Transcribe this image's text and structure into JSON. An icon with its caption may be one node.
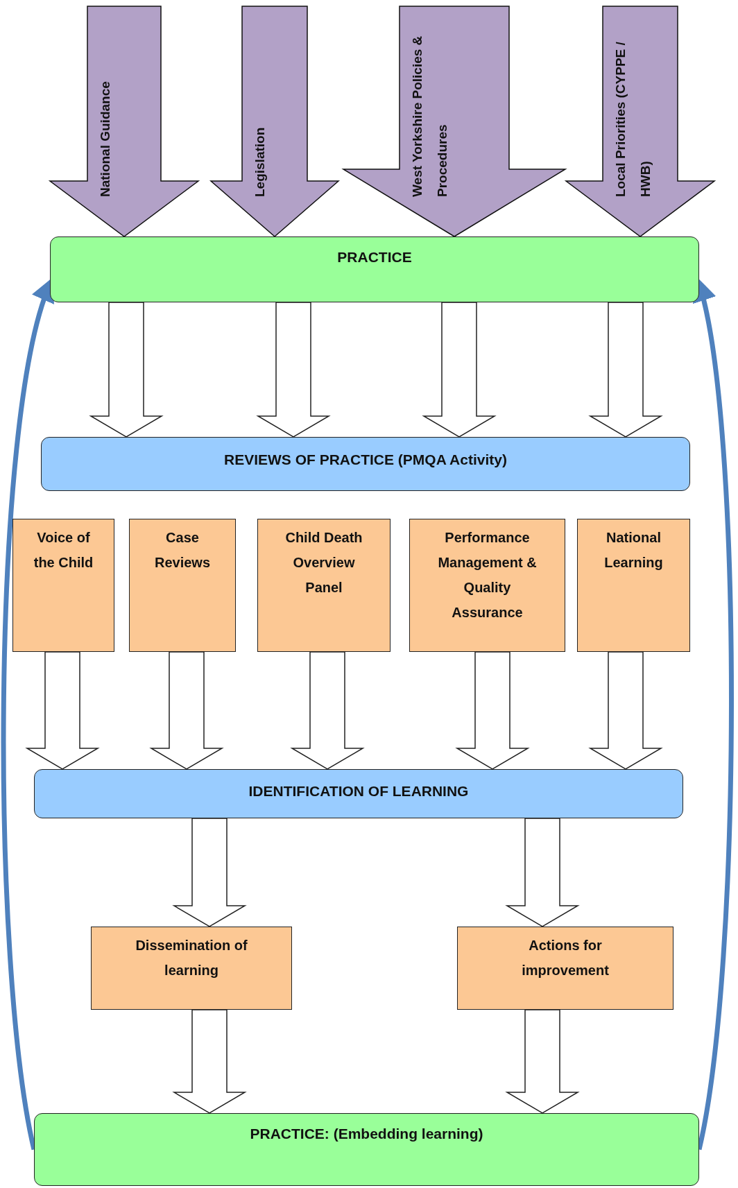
{
  "diagram": {
    "nodes": [
      {
        "text": [
          "PRACTICE"
        ]
      },
      {
        "text": [
          "REVIEWS OF PRACTICE (PMQA Activity)"
        ]
      },
      {
        "text": [
          "Voice of the Child"
        ]
      },
      {
        "text": [
          "Case Reviews"
        ]
      },
      {
        "text": [
          "Child Death Overview Panel"
        ]
      },
      {
        "text": [
          "Performance Management & Quality Assurance"
        ]
      },
      {
        "text": [
          "National Learning"
        ]
      },
      {
        "text": [
          "IDENTIFICATION OF LEARNING"
        ]
      },
      {
        "text": [
          "Dissemination of learning"
        ]
      },
      {
        "text": [
          "Actions for improvement"
        ]
      },
      {
        "text": [
          "PRACTICE: (Embedding learning)"
        ]
      }
    ],
    "edges": [
      {
        "from": null,
        "to": 0,
        "arrow": "to",
        "label": "National Guidance",
        "style": "thick",
        "color": "#b2a1c7"
      },
      {
        "from": null,
        "to": 0,
        "arrow": "to",
        "label": "Legislation",
        "style": "thick",
        "color": "#b2a1c7"
      },
      {
        "from": null,
        "to": 0,
        "arrow": "to",
        "label": "West Yorkshire Policies & Procedures",
        "style": "thick",
        "color": "#b2a1c7"
      },
      {
        "from": null,
        "to": 0,
        "arrow": "to",
        "label": "Local Priorities (CYPPE / HWB)",
        "style": "thick",
        "color": "#b2a1c7"
      },
      {
        "from": 0,
        "to": 1,
        "arrow": "to"
      },
      {
        "from": 0,
        "to": 1,
        "arrow": "to"
      },
      {
        "from": 0,
        "to": 1,
        "arrow": "to"
      },
      {
        "from": 0,
        "to": 1,
        "arrow": "to"
      },
      {
        "from": 2,
        "to": 7,
        "arrow": "to"
      },
      {
        "from": 3,
        "to": 7,
        "arrow": "to"
      },
      {
        "from": 4,
        "to": 7,
        "arrow": "to"
      },
      {
        "from": 5,
        "to": 7,
        "arrow": "to"
      },
      {
        "from": 6,
        "to": 7,
        "arrow": "to"
      },
      {
        "from": 7,
        "to": 8,
        "arrow": "to"
      },
      {
        "from": 7,
        "to": 9,
        "arrow": "to"
      },
      {
        "from": 8,
        "to": 10,
        "arrow": "to"
      },
      {
        "from": 9,
        "to": 10,
        "arrow": "to"
      },
      {
        "from": 10,
        "to": 0,
        "arrow": "to",
        "color": "#4f81bd"
      },
      {
        "from": 10,
        "to": 0,
        "arrow": "to",
        "color": "#4f81bd"
      }
    ]
  }
}
